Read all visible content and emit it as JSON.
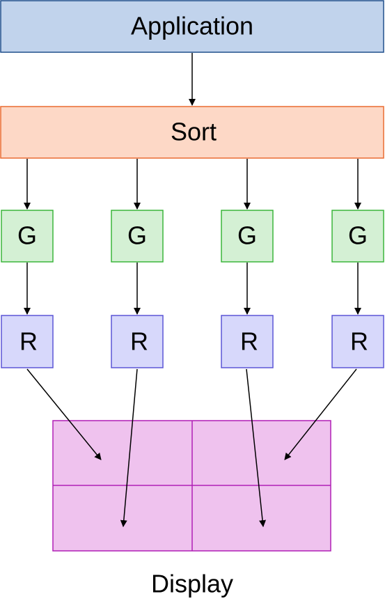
{
  "application": {
    "label": "Application",
    "fill": "#c1d3ec",
    "stroke": "#1f4e8c"
  },
  "sort": {
    "label": "Sort",
    "fill": "#fdd8c6",
    "stroke": "#ea6b30"
  },
  "geometry_nodes": [
    {
      "label": "G"
    },
    {
      "label": "G"
    },
    {
      "label": "G"
    },
    {
      "label": "G"
    }
  ],
  "raster_nodes": [
    {
      "label": "R"
    },
    {
      "label": "R"
    },
    {
      "label": "R"
    },
    {
      "label": "R"
    }
  ],
  "colors": {
    "geometry_fill": "#d4f0d4",
    "geometry_stroke": "#3bb53b",
    "raster_fill": "#d7d8fb",
    "raster_stroke": "#5b55d6",
    "display_fill": "#efc2ee",
    "display_stroke": "#b01fb5",
    "arrow": "#000000"
  },
  "display": {
    "label": "Display"
  }
}
